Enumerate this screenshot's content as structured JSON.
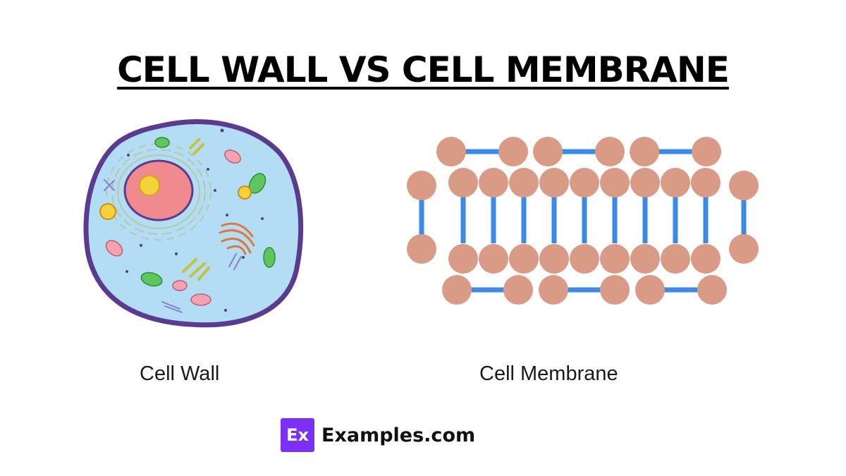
{
  "title": "CELL WALL VS CELL MEMBRANE",
  "captions": {
    "left": "Cell Wall",
    "right": "Cell Membrane"
  },
  "logo": {
    "mark": "Ex",
    "text": "Examples.com"
  },
  "colors": {
    "cell_wall": "#5b3b8f",
    "cytoplasm": "#b3dcf5",
    "nucleus": "#f08a8f",
    "nucleolus": "#f4d23a",
    "phospholipid_head": "#d99b86",
    "phospholipid_tail": "#3a8ae6",
    "brand": "#7b2ff7"
  }
}
